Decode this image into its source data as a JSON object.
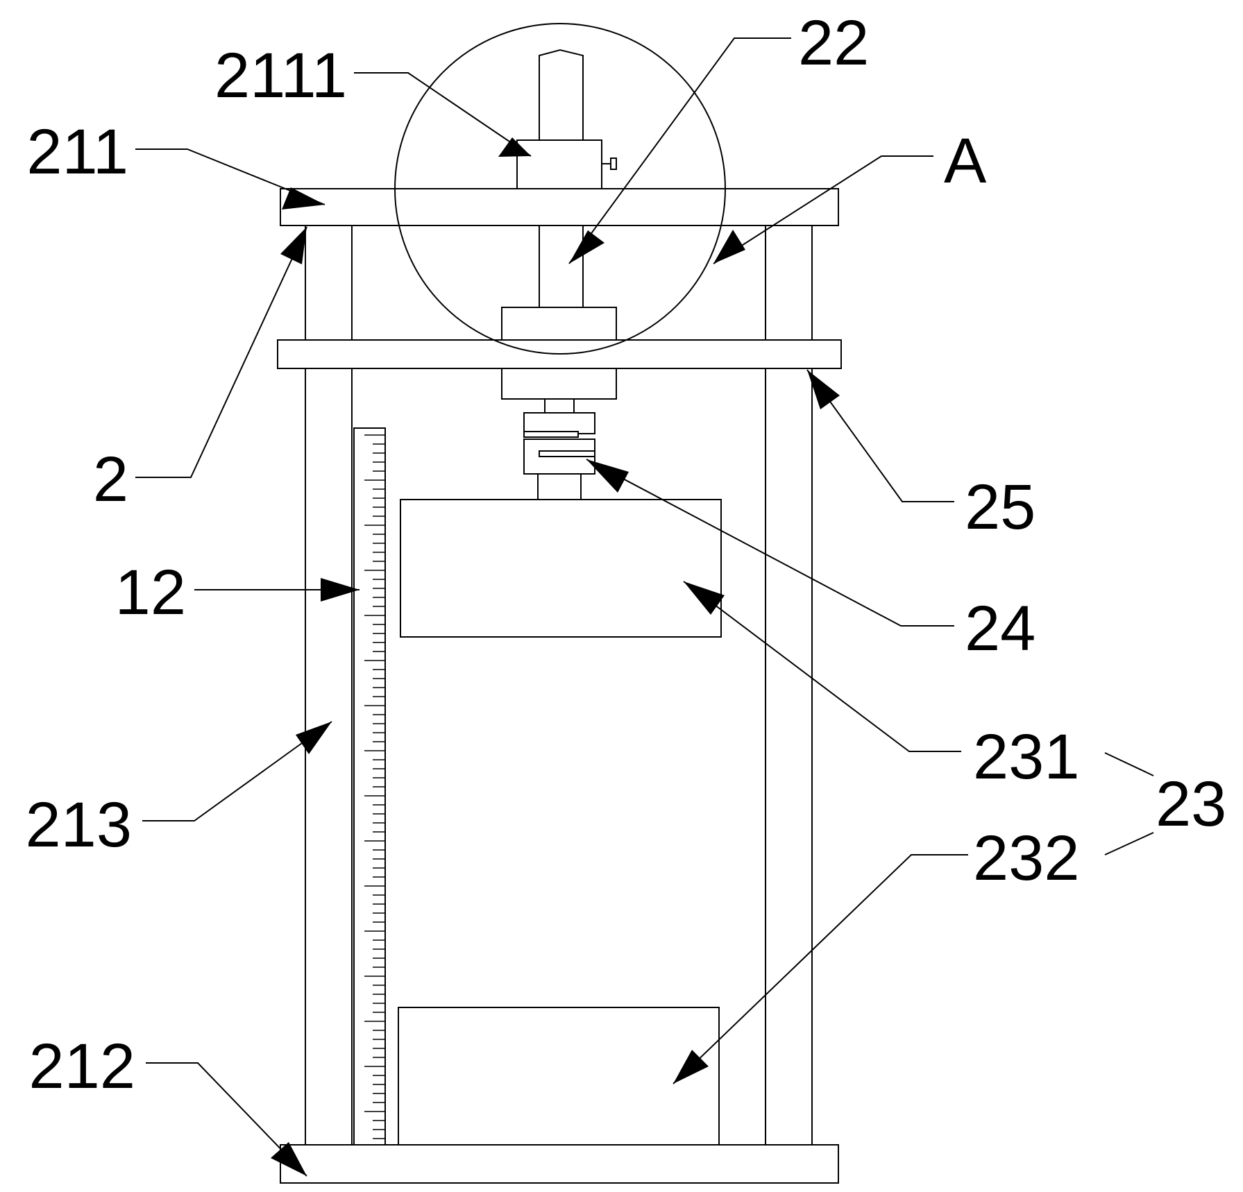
{
  "figure": {
    "labels": {
      "l2111": "2111",
      "l22": "22",
      "l211": "211",
      "lA": "A",
      "l2": "2",
      "l25": "25",
      "l12": "12",
      "l24": "24",
      "l231": "231",
      "l23": "23",
      "l213": "213",
      "l232": "232",
      "l212": "212"
    }
  }
}
